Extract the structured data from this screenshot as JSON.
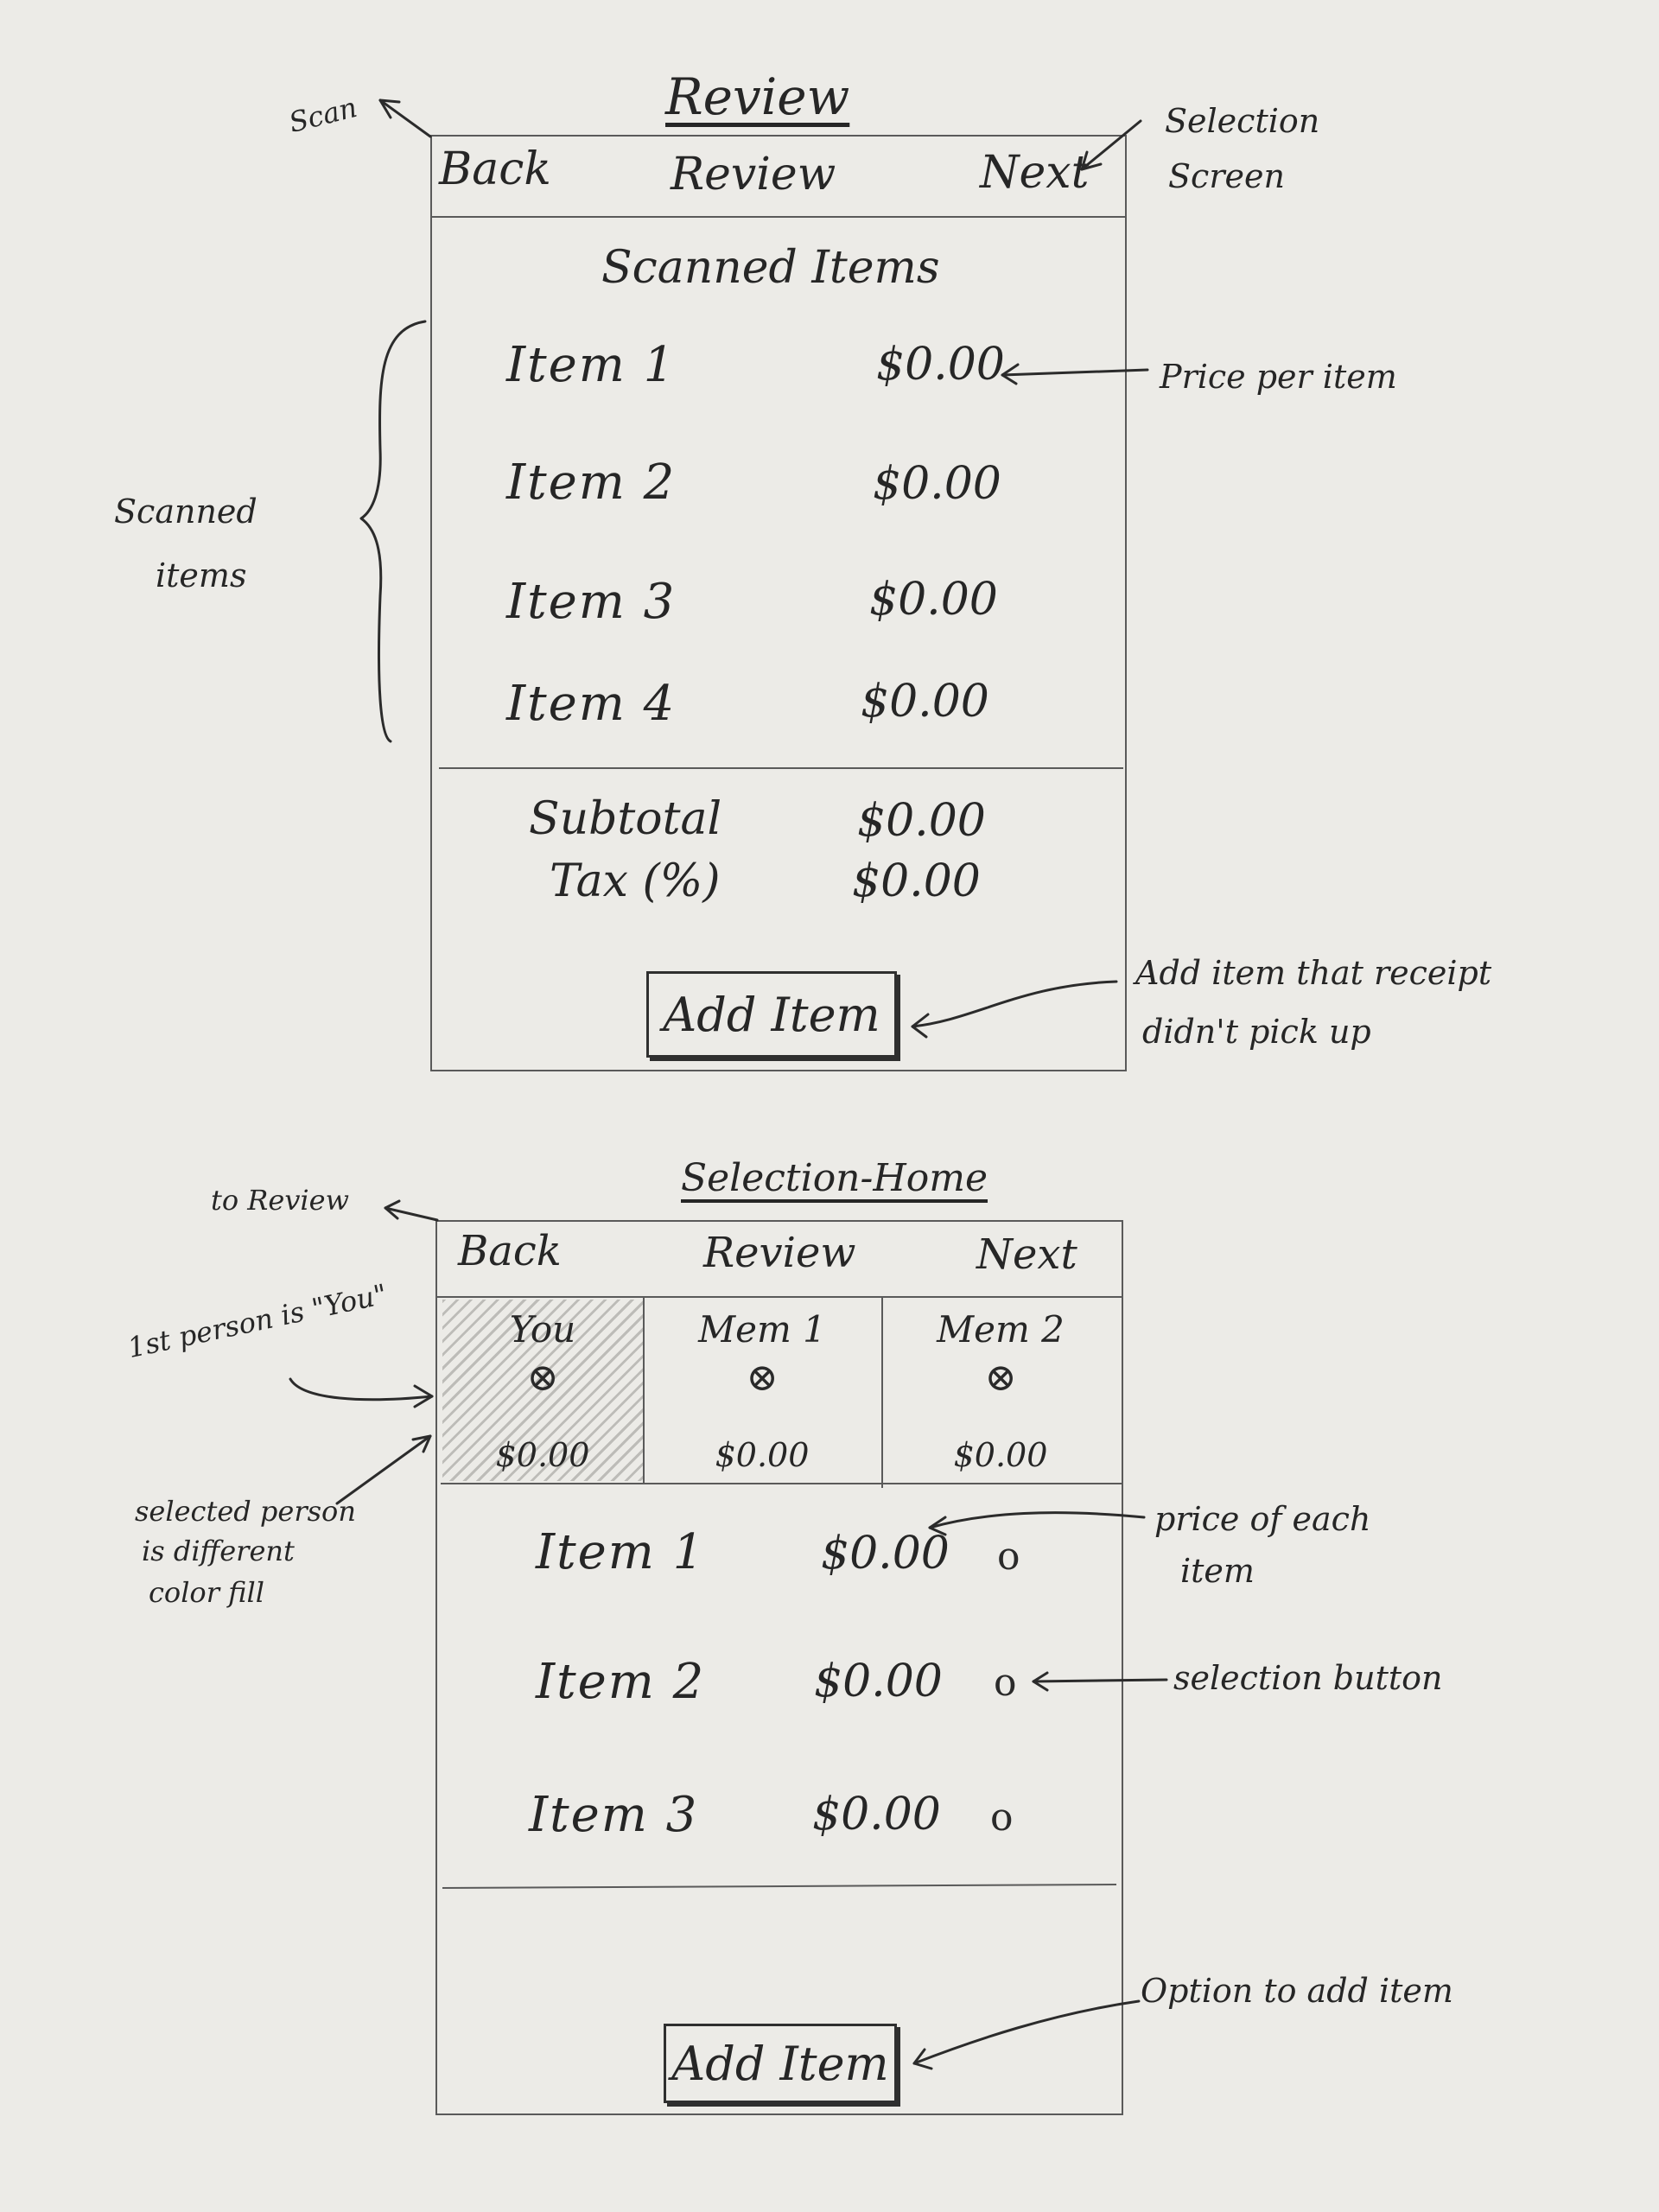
{
  "review": {
    "title": "Review",
    "nav": {
      "back": "Back",
      "center": "Review",
      "next": "Next"
    },
    "section_title": "Scanned Items",
    "items": [
      {
        "name": "Item 1",
        "price": "$0.00"
      },
      {
        "name": "Item 2",
        "price": "$0.00"
      },
      {
        "name": "Item 3",
        "price": "$0.00"
      },
      {
        "name": "Item 4",
        "price": "$0.00"
      }
    ],
    "subtotal_label": "Subtotal",
    "subtotal_value": "$0.00",
    "tax_label": "Tax (%)",
    "tax_value": "$0.00",
    "add_item": "Add Item"
  },
  "selection": {
    "title": "Selection-Home",
    "nav": {
      "back": "Back",
      "center": "Review",
      "next": "Next"
    },
    "members": [
      {
        "name": "You",
        "icon": "⊗",
        "price": "$0.00"
      },
      {
        "name": "Mem 1",
        "icon": "⊗",
        "price": "$0.00"
      },
      {
        "name": "Mem 2",
        "icon": "⊗",
        "price": "$0.00"
      }
    ],
    "items": [
      {
        "name": "Item 1",
        "price": "$0.00",
        "select": "o"
      },
      {
        "name": "Item 2",
        "price": "$0.00",
        "select": "o"
      },
      {
        "name": "Item 3",
        "price": "$0.00",
        "select": "o"
      }
    ],
    "add_item": "Add Item"
  },
  "annotations": {
    "scan": "Scan",
    "selection_screen_1": "Selection",
    "selection_screen_2": "Screen",
    "price_per_item": "Price per item",
    "scanned_items_1": "Scanned",
    "scanned_items_2": "items",
    "add_item_note_1": "Add item that receipt",
    "add_item_note_2": "didn't pick up",
    "to_review": "to Review",
    "first_person": "1st person is \"You\"",
    "selected_person_1": "selected person",
    "selected_person_2": "is different",
    "selected_person_3": "color fill",
    "price_each_1": "price of each",
    "price_each_2": "item",
    "selection_button": "selection button",
    "option_add": "Option to add item"
  }
}
